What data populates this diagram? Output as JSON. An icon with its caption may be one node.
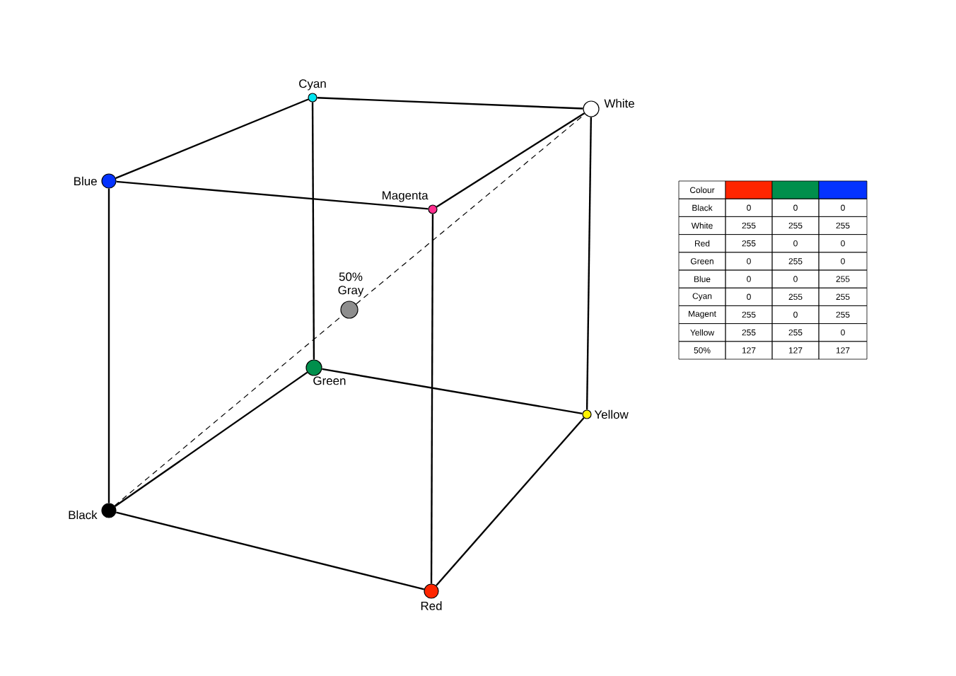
{
  "diagram": {
    "nodes": [
      {
        "text": [],
        "shape": "circle",
        "beside": [
          "Cyan"
        ]
      },
      {
        "text": [],
        "shape": "circle",
        "beside": [
          "White"
        ]
      },
      {
        "text": [],
        "shape": "circle",
        "beside": [
          "Blue"
        ]
      },
      {
        "text": [],
        "shape": "circle",
        "beside": [
          "Magenta"
        ]
      },
      {
        "text": [],
        "shape": "circle",
        "beside": [
          "50% Gray"
        ]
      },
      {
        "text": [],
        "shape": "circle",
        "beside": [
          "Green"
        ]
      },
      {
        "text": [],
        "shape": "circle",
        "beside": [
          "Yellow"
        ]
      },
      {
        "text": [],
        "shape": "circle",
        "beside": [
          "Black"
        ]
      },
      {
        "text": [],
        "shape": "circle",
        "beside": [
          "Red"
        ]
      }
    ],
    "edges": [
      {
        "from": 7,
        "to": 2,
        "arrow": "none"
      },
      {
        "from": 2,
        "to": 0,
        "arrow": "none"
      },
      {
        "from": 0,
        "to": 1,
        "arrow": "none"
      },
      {
        "from": 2,
        "to": 3,
        "arrow": "none"
      },
      {
        "from": 3,
        "to": 1,
        "arrow": "none"
      },
      {
        "from": 0,
        "to": 5,
        "arrow": "none"
      },
      {
        "from": 3,
        "to": 8,
        "arrow": "none"
      },
      {
        "from": 1,
        "to": 6,
        "arrow": "none"
      },
      {
        "from": 7,
        "to": 5,
        "arrow": "none"
      },
      {
        "from": 5,
        "to": 6,
        "arrow": "none"
      },
      {
        "from": 7,
        "to": 8,
        "arrow": "none"
      },
      {
        "from": 8,
        "to": 6,
        "arrow": "none"
      },
      {
        "from": 7,
        "to": 4,
        "arrow": "none",
        "style": "dashed"
      },
      {
        "from": 4,
        "to": 1,
        "arrow": "none",
        "style": "dashed"
      }
    ],
    "labels": [
      "Colour",
      "Black",
      "0",
      "0",
      "0",
      "White",
      "255",
      "255",
      "255",
      "Red",
      "255",
      "0",
      "0",
      "Green",
      "0",
      "255",
      "0",
      "Blue",
      "0",
      "0",
      "255",
      "Cyan",
      "0",
      "255",
      "255",
      "Magent",
      "255",
      "0",
      "255",
      "Yellow",
      "255",
      "255",
      "0",
      "50%",
      "127",
      "127",
      "127"
    ]
  }
}
